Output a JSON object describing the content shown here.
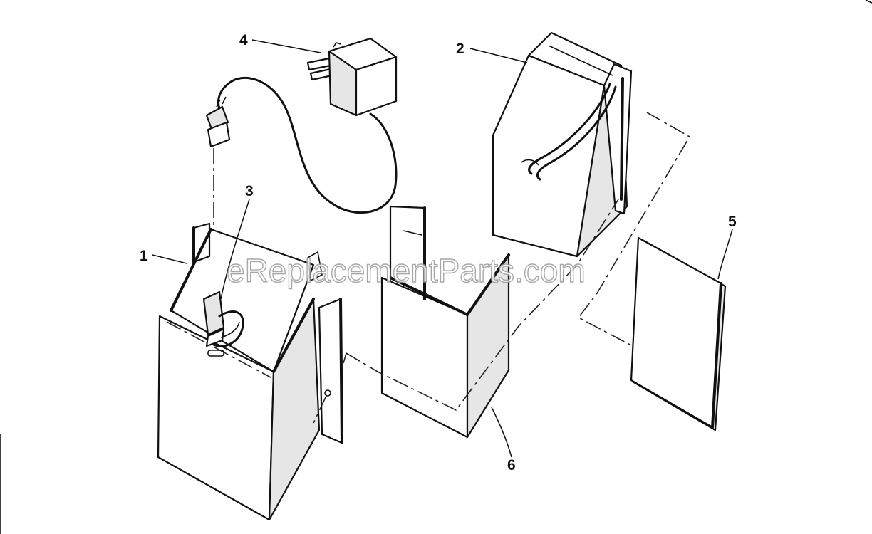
{
  "diagram": {
    "callouts": {
      "c1": "1",
      "c2": "2",
      "c3": "3",
      "c4": "4",
      "c5": "5",
      "c6": "6"
    },
    "watermark": "eReplacementParts.com"
  }
}
